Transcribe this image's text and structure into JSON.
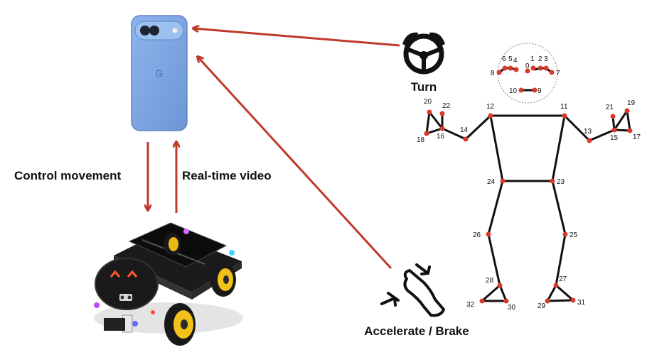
{
  "labels": {
    "turn": "Turn",
    "accelerate_brake": "Accelerate / Brake",
    "control_movement": "Control movement",
    "realtime_video": "Real-time video"
  },
  "phone": {
    "brand_letter": "G",
    "color": "#7aa3e0"
  },
  "colors": {
    "arrow": "#c0392b",
    "keypoint": "#d63a2a",
    "skeleton": "#111111"
  },
  "icons": [
    "steering-wheel-icon",
    "foot-pedal-icon",
    "robot-car",
    "phone"
  ],
  "keypoints": [
    "0",
    "1",
    "2",
    "3",
    "4",
    "5",
    "6",
    "7",
    "8",
    "9",
    "10",
    "11",
    "12",
    "13",
    "14",
    "15",
    "16",
    "17",
    "18",
    "19",
    "20",
    "21",
    "22",
    "23",
    "24",
    "25",
    "26",
    "27",
    "28",
    "29",
    "30",
    "31",
    "32"
  ]
}
